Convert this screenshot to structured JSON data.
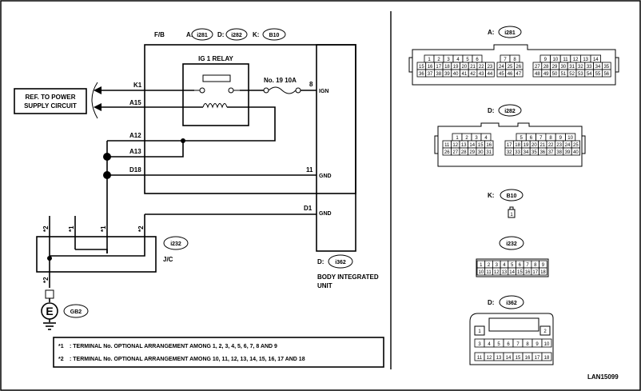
{
  "header": {
    "fb_label": "F/B",
    "conn_a": "A:",
    "conn_a_id": "i281",
    "conn_d": "D:",
    "conn_d_id": "i282",
    "conn_k": "K:",
    "conn_k_id": "B10"
  },
  "relay": {
    "label": "IG 1 RELAY"
  },
  "fuse": {
    "label": "No. 19   10A"
  },
  "ref_box": {
    "line1": "REF. TO POWER",
    "line2": "SUPPLY CIRCUIT"
  },
  "wires": {
    "k1": "K1",
    "a15": "A15",
    "a12": "A12",
    "a13": "A13",
    "d18": "D18",
    "d1": "D1"
  },
  "terminals": {
    "t8": "8",
    "t11": "11",
    "ign": "IGN",
    "gnd1": "GND",
    "gnd2": "GND"
  },
  "jc": {
    "id": "i232",
    "label": "J/C",
    "s1": "*1",
    "s1b": "*1",
    "s2a": "*2",
    "s2b": "*2",
    "s2c": "*2"
  },
  "ground": {
    "symbol": "E",
    "id": "GB2"
  },
  "body_unit": {
    "conn": "D:",
    "conn_id": "i362",
    "line1": "BODY INTEGRATED",
    "line2": "UNIT"
  },
  "notes": {
    "n1_mark": "*1",
    "n1_text": ": TERMINAL No. OPTIONAL ARRANGEMENT AMONG 1, 2, 3, 4, 5, 6, 7, 8 AND 9",
    "n2_mark": "*2",
    "n2_text": ": TERMINAL No. OPTIONAL ARRANGEMENT AMONG 10, 11, 12, 13, 14, 15, 16, 17 AND 18"
  },
  "connectors": {
    "a_title": "A:",
    "a_id": "i281",
    "a_g1": [
      "1",
      "2",
      "3",
      "4",
      "5",
      "6"
    ],
    "a_g2": [
      "15",
      "16",
      "17",
      "18",
      "19",
      "20",
      "21",
      "22",
      "23"
    ],
    "a_g3": [
      "36",
      "37",
      "38",
      "39",
      "40",
      "41",
      "42",
      "43",
      "44"
    ],
    "a_m1": [
      "7",
      "8"
    ],
    "a_m2": [
      "24",
      "25",
      "26"
    ],
    "a_m3": [
      "45",
      "46",
      "47"
    ],
    "a_r1": [
      "9",
      "10",
      "11",
      "12",
      "13",
      "14"
    ],
    "a_r2": [
      "27",
      "28",
      "29",
      "30",
      "31",
      "32",
      "33",
      "34",
      "35"
    ],
    "a_r3": [
      "48",
      "49",
      "50",
      "51",
      "52",
      "53",
      "54",
      "55",
      "56"
    ],
    "d_title": "D:",
    "d_id": "i282",
    "d_l1": [
      "1",
      "2",
      "3",
      "4"
    ],
    "d_l2": [
      "11",
      "12",
      "13",
      "14",
      "15",
      "16"
    ],
    "d_l3": [
      "26",
      "27",
      "28",
      "29",
      "30",
      "31"
    ],
    "d_r1": [
      "5",
      "6",
      "7",
      "8",
      "9",
      "10"
    ],
    "d_r2": [
      "17",
      "18",
      "19",
      "20",
      "21",
      "22",
      "23",
      "24",
      "25"
    ],
    "d_r3": [
      "32",
      "33",
      "34",
      "35",
      "36",
      "37",
      "38",
      "39",
      "40"
    ],
    "k_title": "K:",
    "k_id": "B10",
    "k_pin": "1",
    "j_id": "i232",
    "j_r1": [
      "1",
      "2",
      "3",
      "4",
      "5",
      "6",
      "7",
      "8",
      "9"
    ],
    "j_r2": [
      "10",
      "11",
      "12",
      "13",
      "14",
      "15",
      "16",
      "17",
      "18"
    ],
    "u_title": "D:",
    "u_id": "i362",
    "u_p1": "1",
    "u_p2": "2",
    "u_r2": [
      "3",
      "4",
      "5",
      "6",
      "7",
      "8",
      "9",
      "10"
    ],
    "u_r3": [
      "11",
      "12",
      "13",
      "14",
      "15",
      "16",
      "17",
      "18"
    ]
  },
  "code": "LAN15099"
}
